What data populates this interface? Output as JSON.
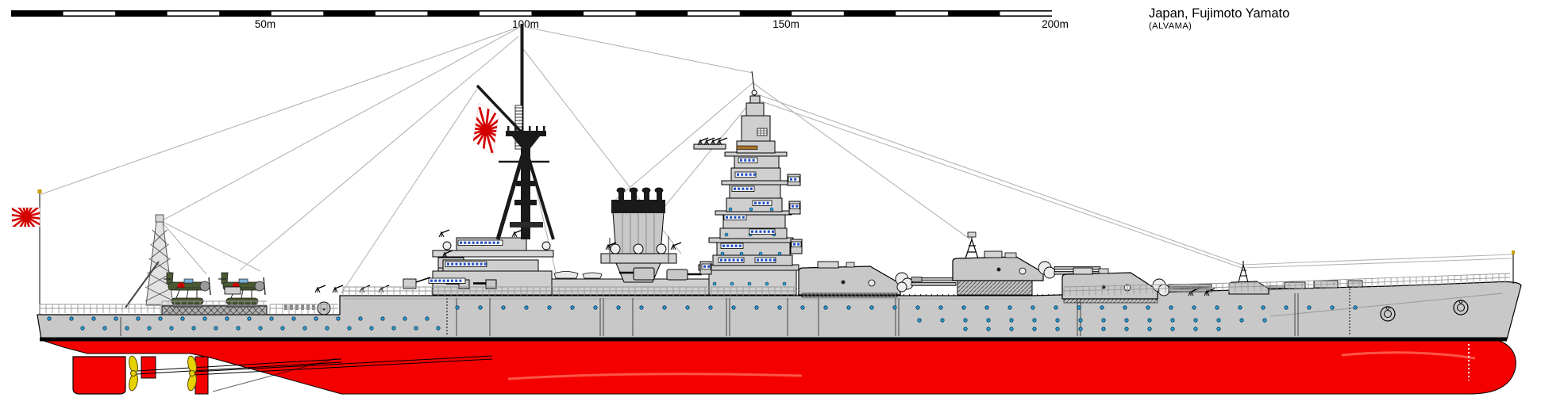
{
  "title": {
    "line1": "Japan, Fujimoto Yamato",
    "line2": "(ALVAMA)"
  },
  "scale_bar": {
    "unit": "m",
    "total_meters": 200,
    "segment_meters": 10,
    "labels": [
      {
        "text": "50m",
        "meters": 50
      },
      {
        "text": "100m",
        "meters": 100
      },
      {
        "text": "150m",
        "meters": 150
      },
      {
        "text": "200m",
        "meters": 200
      }
    ]
  },
  "drawing": {
    "subject": "battleship side profile, bow facing right",
    "components": [
      "stern-naval-ensign-flag",
      "stern-flagstaff",
      "aircraft-crane-tower",
      "catapult-deck",
      "floatplane",
      "floatplane",
      "aft-tripod-mainmast",
      "rising-sun-battle-flag",
      "funnel-with-uptake-pipes",
      "pagoda-bridge-mast",
      "main-gun-turret",
      "main-gun-turret",
      "main-gun-turret",
      "secondary-gun-turret",
      "anti-aircraft-guns",
      "casemate-guns",
      "anchors",
      "bow-jackstaff",
      "propellers",
      "rudder-skeg",
      "bilge-keel",
      "porthole-rows",
      "deck-railings",
      "rigging-lines",
      "draft-marks"
    ]
  },
  "colors": {
    "background": "#ffffff",
    "hull_grey": "#c8c8c8",
    "superstructure_grey": "#cfcfcf",
    "deck_light": "#dcdcdc",
    "outline": "#000000",
    "underwater_red": "#f40000",
    "red_shading": "#ff7a66",
    "boot_topping": "#000000",
    "porthole_blue": "#2da0d8",
    "window_blue": "#2050c8",
    "ensign_red": "#d40000",
    "aircraft_green": "#4a5a33",
    "float_green": "#47572f",
    "canopy_blue": "#7ab0dd",
    "propeller_yellow": "#e6d200",
    "funnel_cap_black": "#1a1a1a",
    "rigging_grey": "#b4b4b4",
    "accent_orange": "#a87028",
    "finial_gold": "#c8a000"
  }
}
